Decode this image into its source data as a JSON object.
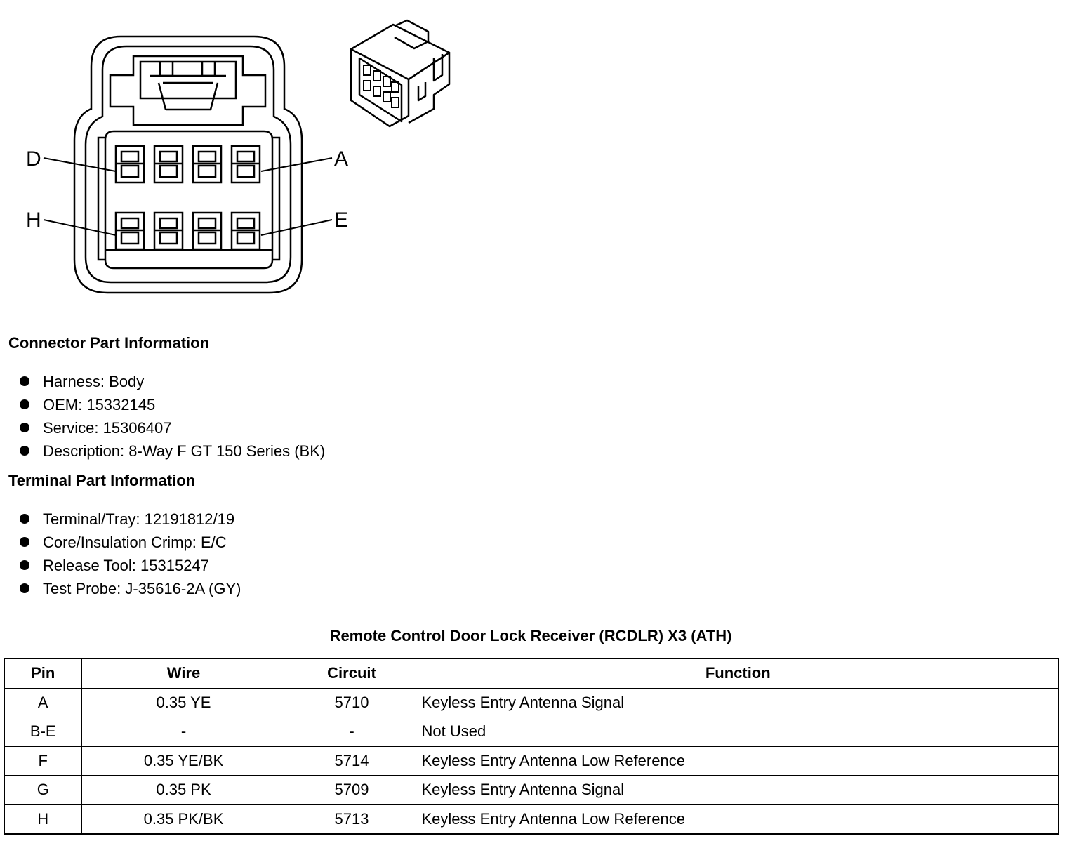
{
  "diagram": {
    "pin_labels": {
      "top_left": "D",
      "top_right": "A",
      "bottom_left": "H",
      "bottom_right": "E"
    },
    "icon": "connector-face-view"
  },
  "photo": {
    "icon": "connector-3d-view"
  },
  "connector_info": {
    "heading": "Connector Part Information",
    "items": [
      "Harness: Body",
      "OEM: 15332145",
      "Service: 15306407",
      "Description: 8-Way F GT 150 Series (BK)"
    ]
  },
  "terminal_info": {
    "heading": "Terminal Part Information",
    "items": [
      "Terminal/Tray: 12191812/19",
      "Core/Insulation Crimp: E/C",
      "Release Tool: 15315247",
      "Test Probe: J-35616-2A (GY)"
    ]
  },
  "table": {
    "title": "Remote Control Door Lock Receiver (RCDLR) X3 (ATH)",
    "headers": [
      "Pin",
      "Wire",
      "Circuit",
      "Function"
    ],
    "rows": [
      [
        "A",
        "0.35 YE",
        "5710",
        "Keyless Entry Antenna Signal"
      ],
      [
        "B-E",
        "-",
        "-",
        "Not Used"
      ],
      [
        "F",
        "0.35 YE/BK",
        "5714",
        "Keyless Entry Antenna Low Reference"
      ],
      [
        "G",
        "0.35 PK",
        "5709",
        "Keyless Entry Antenna Signal"
      ],
      [
        "H",
        "0.35 PK/BK",
        "5713",
        "Keyless Entry Antenna Low Reference"
      ]
    ]
  }
}
